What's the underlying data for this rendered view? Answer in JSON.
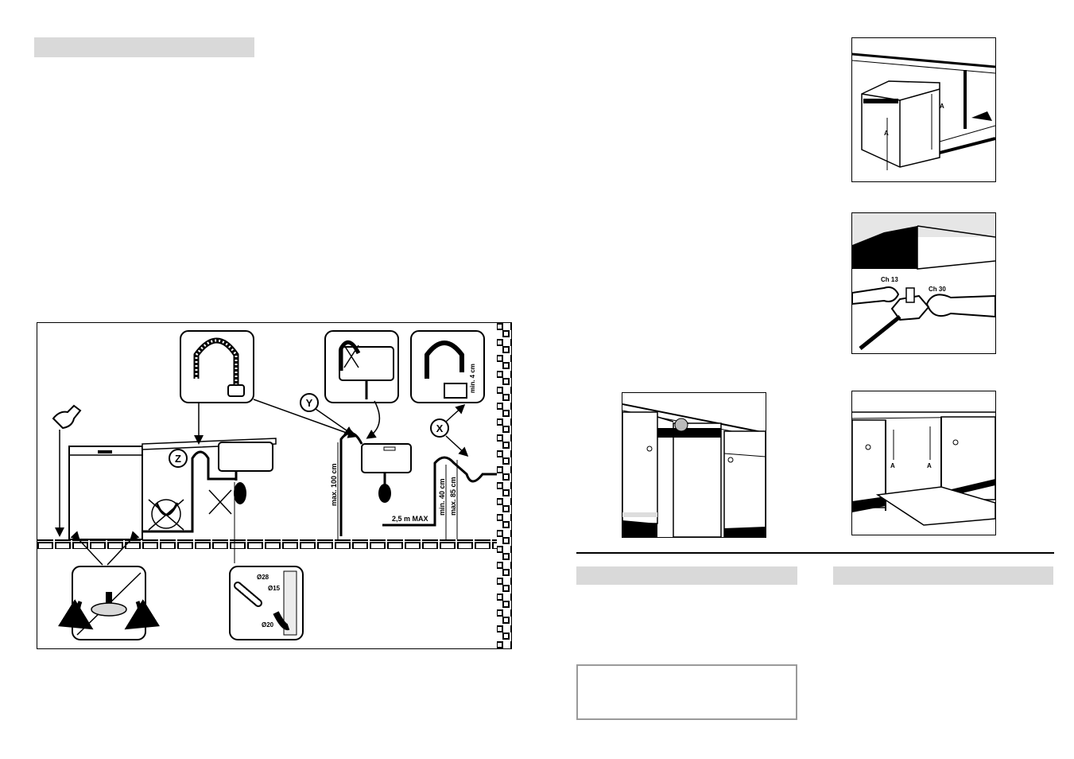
{
  "diagram": {
    "label_z": "Z",
    "label_y": "Y",
    "label_x": "X",
    "max_100": "max. 100 cm",
    "min_4": "min. 4 cm",
    "min_40": "min. 40 cm",
    "max_85": "max. 85 cm",
    "len_25": "2,5 m MAX",
    "d28": "Ø28",
    "d15": "Ø15",
    "d20": "Ø20"
  },
  "fig_level": {
    "label_a1": "A",
    "label_a2": "A"
  },
  "fig_feet": {
    "ch13": "Ch 13",
    "ch30": "Ch 30"
  },
  "fig_open": {
    "label_a1": "A",
    "label_a2": "A"
  }
}
